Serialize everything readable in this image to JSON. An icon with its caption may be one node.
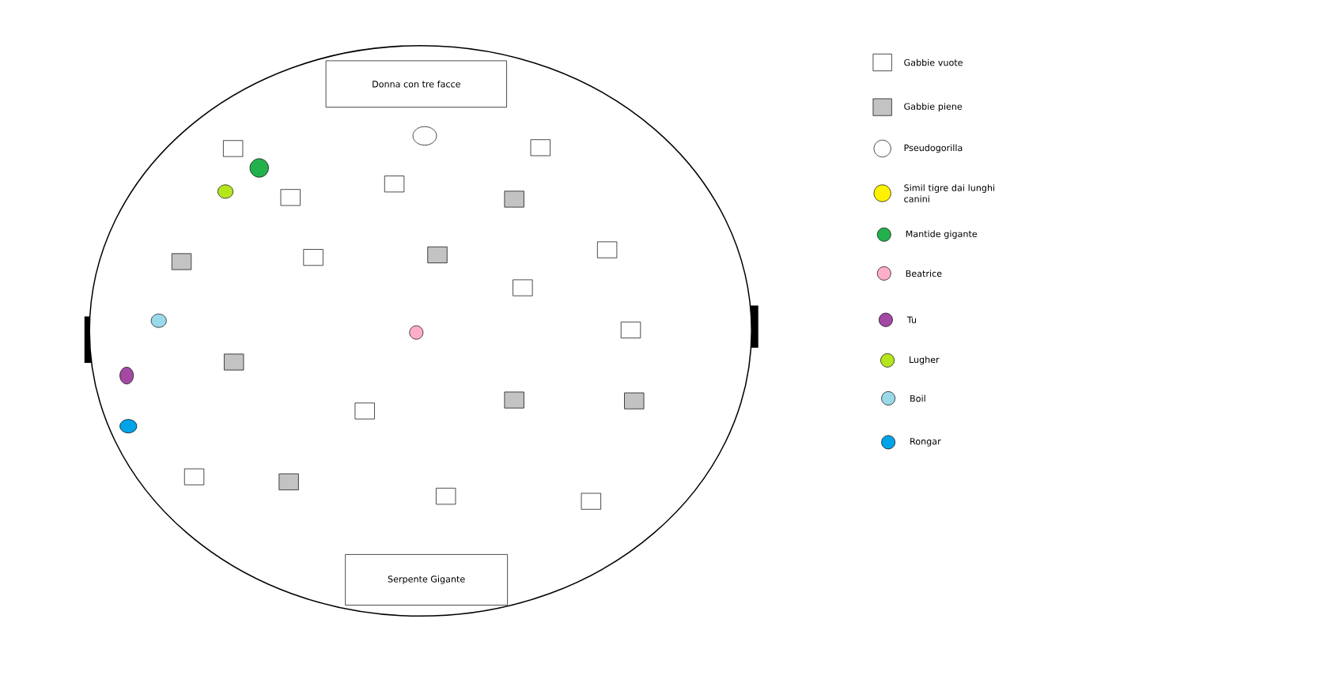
{
  "diagram": {
    "nodes": [
      {
        "text": [],
        "shape": "ellipse"
      },
      {
        "text": [
          "Donna con tre facce"
        ],
        "in": 0
      },
      {
        "text": [],
        "shape": "circle",
        "in": 0
      },
      {
        "text": [],
        "shape": "box",
        "in": 0
      },
      {
        "text": [],
        "shape": "box",
        "in": 0
      },
      {
        "text": [],
        "shape": "circle",
        "in": 0
      },
      {
        "text": [],
        "shape": "box",
        "in": 0
      },
      {
        "text": [],
        "shape": "circle",
        "in": 0
      },
      {
        "text": [],
        "shape": "box",
        "in": 0
      },
      {
        "text": [],
        "shape": "box",
        "in": 0
      },
      {
        "text": [],
        "shape": "box",
        "in": 0
      },
      {
        "text": [],
        "shape": "box",
        "in": 0
      },
      {
        "text": [],
        "shape": "box",
        "in": 0
      },
      {
        "text": [],
        "shape": "box",
        "in": 0
      },
      {
        "text": [],
        "shape": "box",
        "in": 0
      },
      {
        "text": [],
        "shape": "circle",
        "in": 0
      },
      {
        "text": [],
        "shape": "box",
        "in": 0
      },
      {
        "text": [],
        "shape": "circle",
        "in": 0
      },
      {
        "text": [],
        "shape": "box",
        "in": 0
      },
      {
        "text": [],
        "shape": "circle",
        "in": 0
      },
      {
        "text": [],
        "shape": "box",
        "in": 0
      },
      {
        "text": [],
        "shape": "box",
        "in": 0
      },
      {
        "text": [],
        "shape": "box",
        "in": 0
      },
      {
        "text": [],
        "shape": "circle",
        "in": 0
      },
      {
        "text": [],
        "shape": "box",
        "in": 0
      },
      {
        "text": [],
        "shape": "box",
        "in": 0
      },
      {
        "text": [],
        "shape": "box",
        "in": 0
      },
      {
        "text": [],
        "shape": "box",
        "in": 0
      },
      {
        "text": [
          "Serpente Gigante"
        ],
        "in": 0
      }
    ],
    "legend": [
      {
        "text": "Gabbie vuote"
      },
      {
        "text": "Gabbie piene",
        "color": "#c3c3c3"
      },
      {
        "text": "Pseudogorilla"
      },
      {
        "text": "Simil tigre dai lunghi canini",
        "color": "#fff200"
      },
      {
        "text": "Mantide gigante",
        "color": "#22b14c"
      },
      {
        "text": "Beatrice",
        "color": "#ffaec9"
      },
      {
        "text": "Tu",
        "color": "#a349a4"
      },
      {
        "text": "Lugher",
        "color": "#b5e61d"
      },
      {
        "text": "Boil",
        "color": "#99d9ea"
      },
      {
        "text": "Rongar",
        "color": "#00a2e8"
      }
    ]
  }
}
